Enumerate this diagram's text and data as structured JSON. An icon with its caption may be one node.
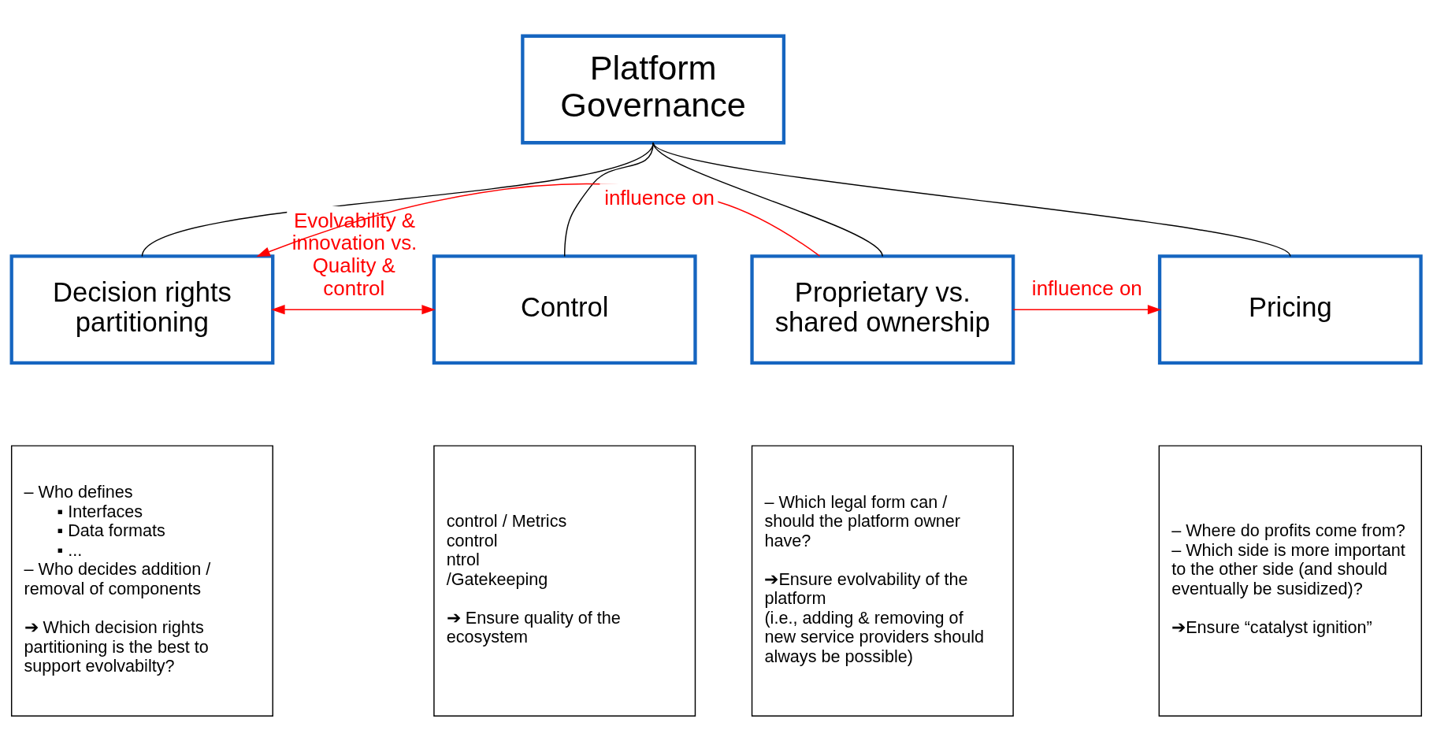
{
  "diagram": {
    "nodes": [
      {
        "text": [
          "Platform Governance"
        ]
      },
      {
        "text": [
          "Decision rights partitioning"
        ]
      },
      {
        "text": [
          "Control"
        ]
      },
      {
        "text": [
          "Proprietary vs. shared ownership"
        ]
      },
      {
        "text": [
          "Pricing"
        ]
      },
      {
        "text": [
          "– Who defines",
          "▪ Interfaces",
          "▪ Data formats",
          "▪ ...",
          "– Who decides addition / removal of components",
          "➔ Which decision rights partitioning is the best to support evolvabilty?"
        ]
      },
      {
        "text": [
          "control / Metrics",
          "control",
          "ntrol",
          "/Gatekeeping",
          "➔ Ensure quality of the ecosystem"
        ]
      },
      {
        "text": [
          "– Which legal form can / should the platform owner have?",
          "➔Ensure evolvability of the platform",
          "(i.e., adding & removing of new service providers should always be possible)"
        ]
      },
      {
        "text": [
          "– Where do profits come from?",
          "– Which side is more important to the other side (and should eventually be susidized)?",
          "➔Ensure “catalyst ignition”"
        ]
      }
    ],
    "edges": [
      {
        "from": 0,
        "to": 1,
        "arrow": "none"
      },
      {
        "from": 0,
        "to": 2,
        "arrow": "none"
      },
      {
        "from": 0,
        "to": 3,
        "arrow": "none"
      },
      {
        "from": 0,
        "to": 4,
        "arrow": "none"
      },
      {
        "from": 3,
        "to": 1,
        "arrow": "to",
        "label": "influence on",
        "color": "#ff0000"
      },
      {
        "from": 3,
        "to": 4,
        "arrow": "to",
        "label": "influence on",
        "color": "#ff0000"
      },
      {
        "from": 1,
        "to": 2,
        "arrow": "both",
        "label": "Evolvability & innovation vs. Quality & control",
        "color": "#ff0000"
      }
    ]
  }
}
